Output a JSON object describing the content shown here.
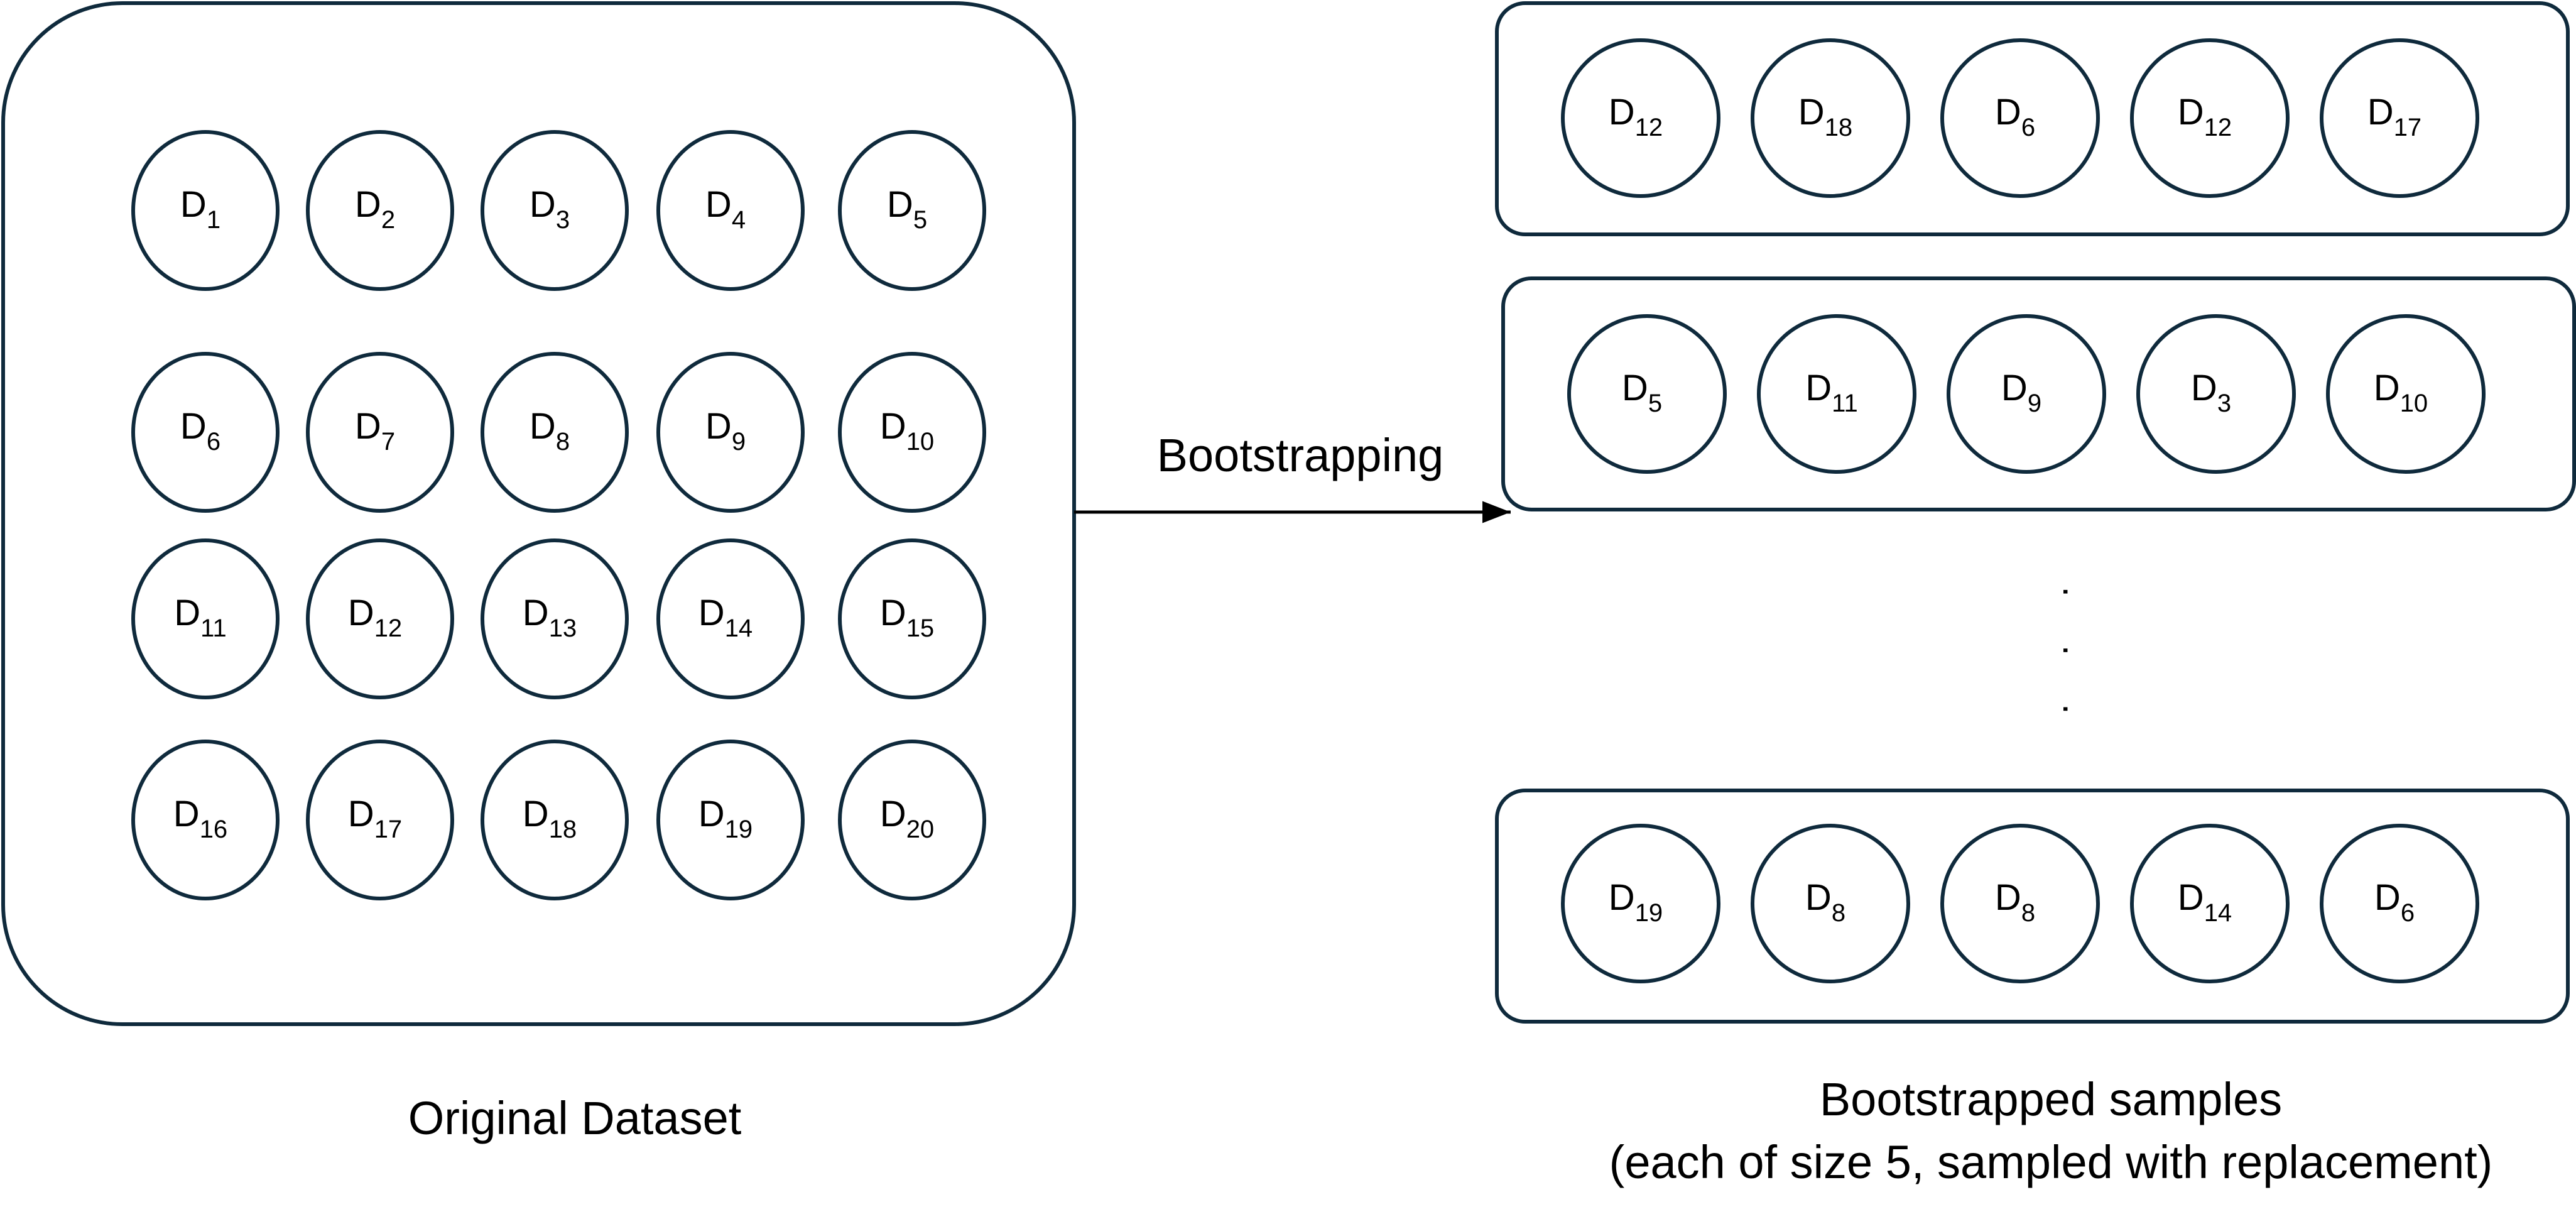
{
  "colors": {
    "stroke": "#0f2a3c",
    "text": "#000000",
    "background": "#ffffff"
  },
  "original_dataset": {
    "caption": "Original Dataset",
    "nodes": [
      {
        "base": "D",
        "sub": "1"
      },
      {
        "base": "D",
        "sub": "2"
      },
      {
        "base": "D",
        "sub": "3"
      },
      {
        "base": "D",
        "sub": "4"
      },
      {
        "base": "D",
        "sub": "5"
      },
      {
        "base": "D",
        "sub": "6"
      },
      {
        "base": "D",
        "sub": "7"
      },
      {
        "base": "D",
        "sub": "8"
      },
      {
        "base": "D",
        "sub": "9"
      },
      {
        "base": "D",
        "sub": "10"
      },
      {
        "base": "D",
        "sub": "11"
      },
      {
        "base": "D",
        "sub": "12"
      },
      {
        "base": "D",
        "sub": "13"
      },
      {
        "base": "D",
        "sub": "14"
      },
      {
        "base": "D",
        "sub": "15"
      },
      {
        "base": "D",
        "sub": "16"
      },
      {
        "base": "D",
        "sub": "17"
      },
      {
        "base": "D",
        "sub": "18"
      },
      {
        "base": "D",
        "sub": "19"
      },
      {
        "base": "D",
        "sub": "20"
      }
    ]
  },
  "arrow": {
    "label": "Bootstrapping"
  },
  "bootstrapped": {
    "caption_line1": "Bootstrapped samples",
    "caption_line2": "(each of size 5, sampled with replacement)",
    "ellipsis": ". . .",
    "samples": [
      [
        {
          "base": "D",
          "sub": "12"
        },
        {
          "base": "D",
          "sub": "18"
        },
        {
          "base": "D",
          "sub": "6"
        },
        {
          "base": "D",
          "sub": "12"
        },
        {
          "base": "D",
          "sub": "17"
        }
      ],
      [
        {
          "base": "D",
          "sub": "5"
        },
        {
          "base": "D",
          "sub": "11"
        },
        {
          "base": "D",
          "sub": "9"
        },
        {
          "base": "D",
          "sub": "3"
        },
        {
          "base": "D",
          "sub": "10"
        }
      ],
      [
        {
          "base": "D",
          "sub": "19"
        },
        {
          "base": "D",
          "sub": "8"
        },
        {
          "base": "D",
          "sub": "8"
        },
        {
          "base": "D",
          "sub": "14"
        },
        {
          "base": "D",
          "sub": "6"
        }
      ]
    ]
  }
}
